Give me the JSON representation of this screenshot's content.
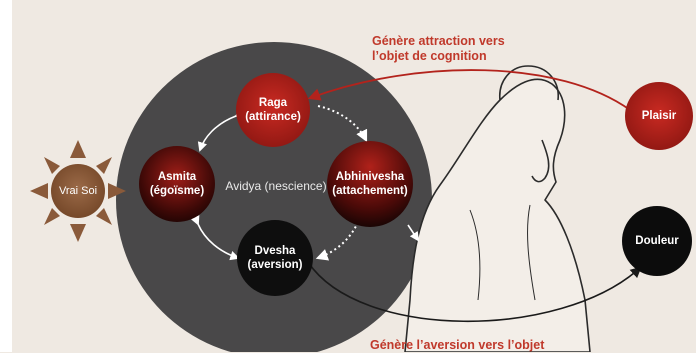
{
  "captions": {
    "top_line1": "Génère attraction vers",
    "top_line2": "l’objet de cognition",
    "bottom": "Génère l’aversion vers l’objet"
  },
  "center_label": "Avidya (nescience)",
  "nodes": {
    "raga": "Raga\n(attirance)",
    "abhinivesha": "Abhinivesha\n(attachement)",
    "dvesha": "Dvesha\n(aversion)",
    "asmita": "Asmita\n(égoïsme)",
    "plaisir": "Plaisir",
    "douleur": "Douleur",
    "vrai_soi": "Vrai Soi"
  },
  "colors": {
    "red": "#b3231c",
    "dark": "#0f0f0f",
    "big_circle": "#3f3f40",
    "sun": "#8a5a3a",
    "caption": "#c0392b"
  }
}
